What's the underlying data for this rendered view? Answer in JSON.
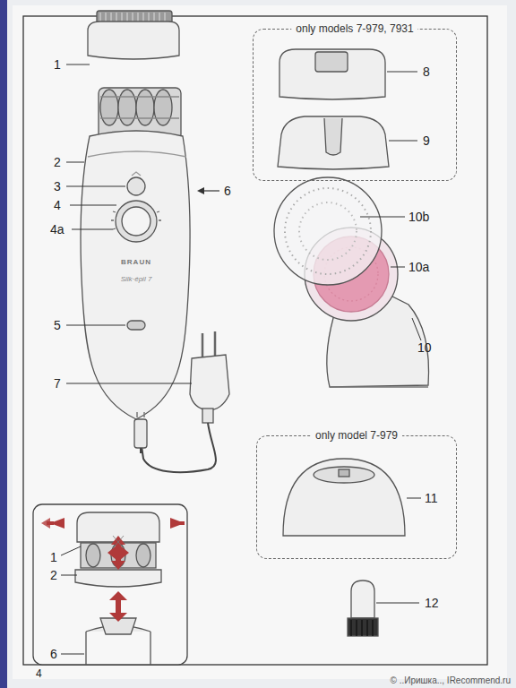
{
  "diagram": {
    "nodes": [
      {
        "text": [
          "only models 7-979, 7931"
        ]
      },
      {
        "text": [
          "only model 7-979"
        ]
      }
    ],
    "labels": [
      "1",
      "2",
      "3",
      "4",
      "4a",
      "5",
      "6",
      "7",
      "8",
      "9",
      "10b",
      "10a",
      "10",
      "11",
      "12",
      "1",
      "2",
      "6",
      "BRAUN",
      "Silk·épil 7",
      "4",
      "© ..Иришка.., IRecommend.ru"
    ]
  }
}
